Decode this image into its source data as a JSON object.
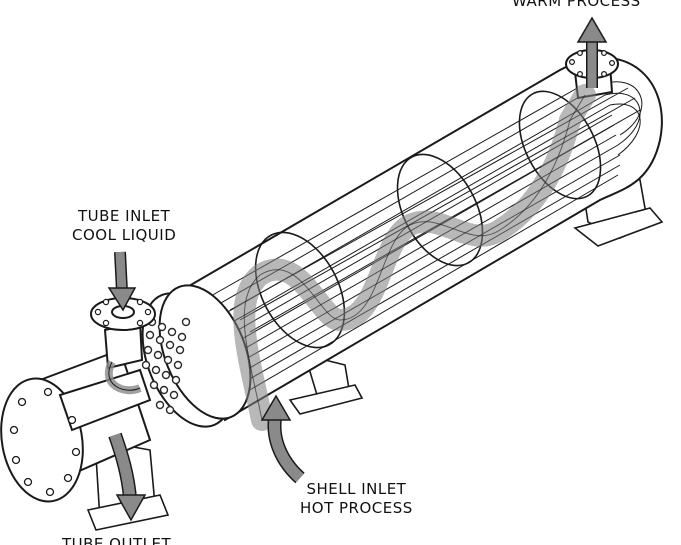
{
  "labels": {
    "shell_outlet": "WARM PROCESS",
    "tube_inlet_line1": "TUBE INLET",
    "tube_inlet_line2": "COOL LIQUID",
    "shell_inlet_line1": "SHELL INLET",
    "shell_inlet_line2": "HOT PROCESS",
    "tube_outlet": "TUBE OUTLET"
  },
  "colors": {
    "line": "#1a1a1a",
    "flow_arrow": "#8a8a8a",
    "flow_ribbon": "#7d7d7d",
    "shell_fill": "#ffffff",
    "tube_hole": "#2a2a2a"
  }
}
